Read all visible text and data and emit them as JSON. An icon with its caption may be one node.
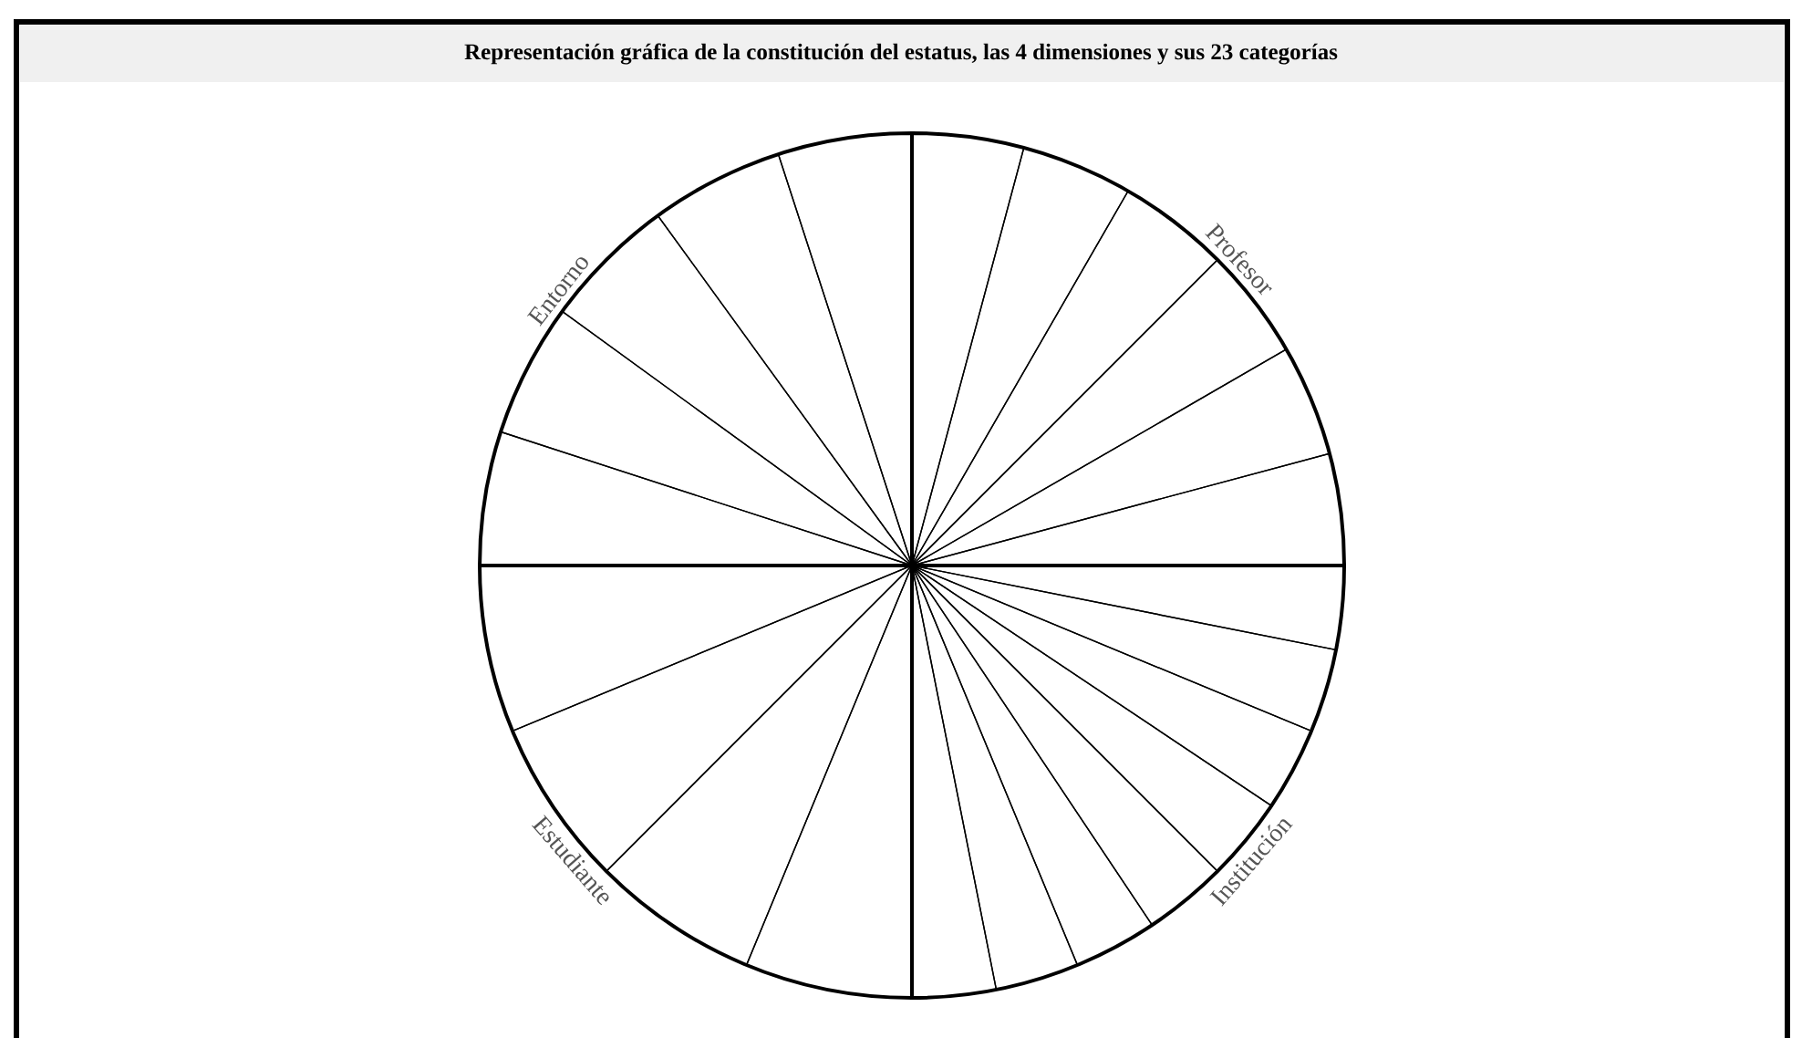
{
  "diagram": {
    "title": "Representación gráfica de la constitución del estatus, las 4 dimensiones y sus 23 categorías",
    "nodes": [
      {
        "text": [
          "Entorno"
        ]
      },
      {
        "text": [
          "Profesor"
        ]
      },
      {
        "text": [
          "Estudiante"
        ]
      },
      {
        "text": [
          "Institución"
        ]
      },
      {
        "text": [],
        "shape": "wedge",
        "in": 0
      },
      {
        "text": [],
        "shape": "wedge",
        "in": 0
      },
      {
        "text": [],
        "shape": "wedge",
        "in": 0
      },
      {
        "text": [],
        "shape": "wedge",
        "in": 0
      },
      {
        "text": [],
        "shape": "wedge",
        "in": 0
      },
      {
        "text": [],
        "shape": "wedge",
        "in": 1
      },
      {
        "text": [],
        "shape": "wedge",
        "in": 1
      },
      {
        "text": [],
        "shape": "wedge",
        "in": 1
      },
      {
        "text": [],
        "shape": "wedge",
        "in": 1
      },
      {
        "text": [],
        "shape": "wedge",
        "in": 1
      },
      {
        "text": [],
        "shape": "wedge",
        "in": 1
      },
      {
        "text": [],
        "shape": "wedge",
        "in": 2
      },
      {
        "text": [],
        "shape": "wedge",
        "in": 2
      },
      {
        "text": [],
        "shape": "wedge",
        "in": 2
      },
      {
        "text": [],
        "shape": "wedge",
        "in": 2
      },
      {
        "text": [],
        "shape": "wedge",
        "in": 3
      },
      {
        "text": [],
        "shape": "wedge",
        "in": 3
      },
      {
        "text": [],
        "shape": "wedge",
        "in": 3
      },
      {
        "text": [],
        "shape": "wedge",
        "in": 3
      },
      {
        "text": [],
        "shape": "wedge",
        "in": 3
      },
      {
        "text": [],
        "shape": "wedge",
        "in": 3
      },
      {
        "text": [],
        "shape": "wedge",
        "in": 3
      },
      {
        "text": [],
        "shape": "wedge",
        "in": 3
      }
    ]
  }
}
